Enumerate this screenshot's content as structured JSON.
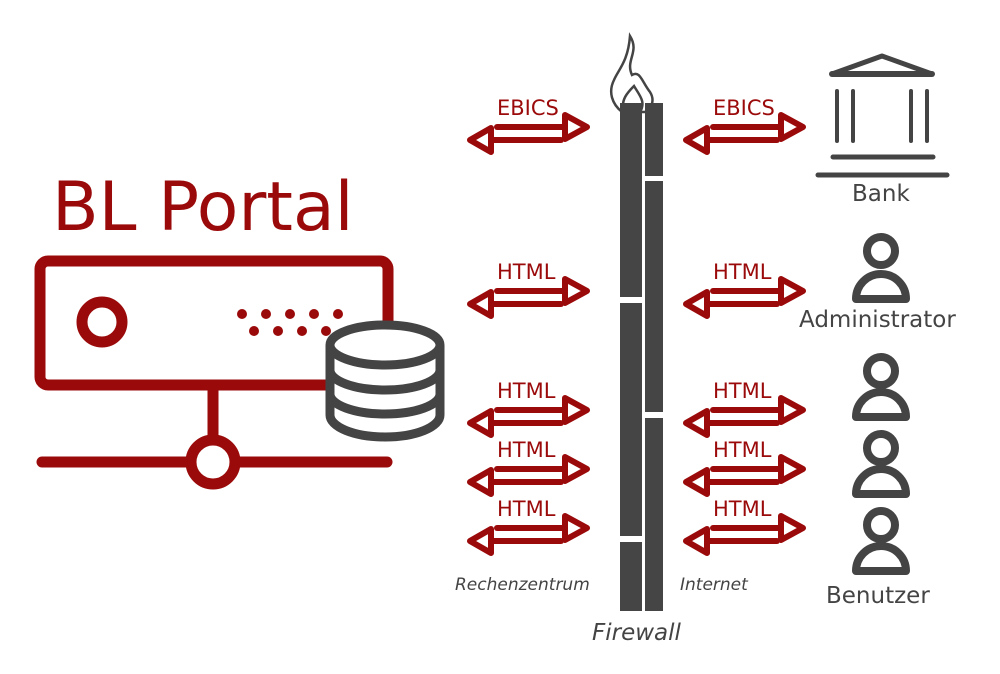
{
  "title": "BL Portal",
  "colors": {
    "accent": "#9b0a0a",
    "icon_gray": "#444444",
    "background": "#ffffff"
  },
  "server": {
    "icon": "server-icon",
    "database_icon": "database-icon"
  },
  "connections_left": [
    {
      "protocol": "EBICS"
    },
    {
      "protocol": "HTML"
    },
    {
      "protocol": "HTML"
    },
    {
      "protocol": "HTML"
    },
    {
      "protocol": "HTML"
    }
  ],
  "connections_right": [
    {
      "protocol": "EBICS"
    },
    {
      "protocol": "HTML"
    },
    {
      "protocol": "HTML"
    },
    {
      "protocol": "HTML"
    },
    {
      "protocol": "HTML"
    }
  ],
  "firewall": {
    "label": "Firewall",
    "icon": "firewall-icon",
    "zone_left": "Rechenzentrum",
    "zone_right": "Internet"
  },
  "endpoints": {
    "bank": {
      "label": "Bank",
      "icon": "bank-icon"
    },
    "administrator": {
      "label": "Administrator",
      "icon": "user-icon"
    },
    "users": {
      "label": "Benutzer",
      "icon": "users-icon",
      "count": 3
    }
  }
}
